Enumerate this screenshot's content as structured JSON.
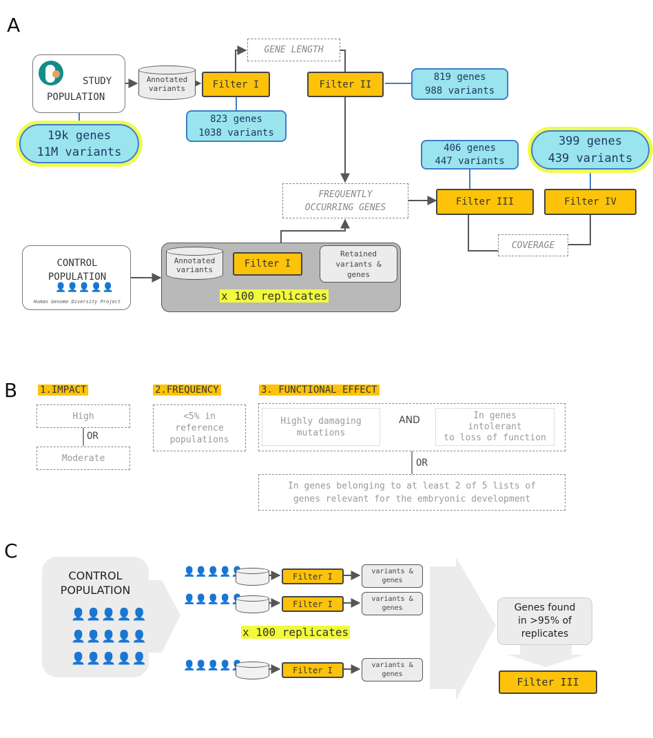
{
  "panels": {
    "a": "A",
    "b": "B",
    "c": "C"
  },
  "panel_a": {
    "study_population": {
      "line1": "STUDY",
      "line2": "POPULATION",
      "icon": "pregnant-woman-icon"
    },
    "study_stats": {
      "genes": "19k genes",
      "variants": "11M variants"
    },
    "annotated_variants_1": {
      "line1": "Annotated",
      "line2": "variants"
    },
    "filter_i": "Filter I",
    "filter_i_stats": {
      "genes": "823 genes",
      "variants": "1038 variants"
    },
    "gene_length": "GENE LENGTH",
    "filter_ii": "Filter II",
    "filter_ii_stats": {
      "genes": "819 genes",
      "variants": "988 variants"
    },
    "frequently_occurring": {
      "line1": "FREQUENTLY",
      "line2": "OCCURRING GENES"
    },
    "filter_iii": "Filter III",
    "filter_iii_stats": {
      "genes": "406 genes",
      "variants": "447 variants"
    },
    "filter_iv": "Filter IV",
    "filter_iv_stats": {
      "genes": "399 genes",
      "variants": "439 variants"
    },
    "coverage": "COVERAGE",
    "control_population": {
      "line1": "CONTROL",
      "line2": "POPULATION",
      "caption": "Human Genome Diversity Project"
    },
    "annotated_variants_2": {
      "line1": "Annotated",
      "line2": "variants"
    },
    "filter_i_replicate": "Filter I",
    "retained": {
      "line1": "Retained",
      "line2": "variants &",
      "line3": "genes"
    },
    "replicates_label": "x 100 replicates"
  },
  "panel_b": {
    "impact": {
      "title": "1.IMPACT",
      "high": "High",
      "or": "OR",
      "moderate": "Moderate"
    },
    "frequency": {
      "title": "2.FREQUENCY",
      "line1": "<5% in",
      "line2": "reference",
      "line3": "populations"
    },
    "functional": {
      "title": "3. FUNCTIONAL EFFECT",
      "damaging": {
        "line1": "Highly damaging",
        "line2": "mutations"
      },
      "and": "AND",
      "intolerant": {
        "line1": "In genes",
        "line2": "intolerant",
        "line3": "to loss of function"
      },
      "or": "OR",
      "embryonic": {
        "line1": "In genes belonging to at least 2 of 5 lists of",
        "line2": "genes relevant for the embryonic development"
      }
    }
  },
  "panel_c": {
    "control_population": {
      "line1": "CONTROL",
      "line2": "POPULATION"
    },
    "filter_i": "Filter I",
    "variants_genes": {
      "line1": "variants &",
      "line2": "genes"
    },
    "replicates_label": "x 100 replicates",
    "genes_found": {
      "line1": "Genes found",
      "line2": "in >95% of",
      "line3": "replicates"
    },
    "filter_iii": "Filter III"
  }
}
